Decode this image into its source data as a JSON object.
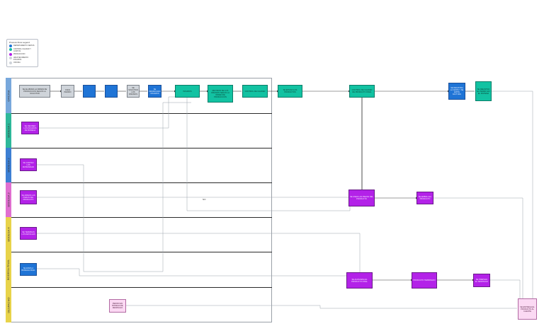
{
  "legend": {
    "title": "Process Flow Legend",
    "items": [
      {
        "label": "DEPARTAMENTO VENTAS",
        "color": "#1f74d6"
      },
      {
        "label": "CONTROL CALIDAD Y COSTOS",
        "color": "#12c2a2"
      },
      {
        "label": "PRODUCCION",
        "color": "#b322e8"
      },
      {
        "label": "ABASTECIMIENTO INSUMOS",
        "color": "#cfd4da"
      },
      {
        "label": "OFICINA",
        "color": "#cfd4da"
      }
    ]
  },
  "lanes": [
    {
      "label": "OFICINA",
      "color": "#78a8dc"
    },
    {
      "label": "BODEGA 1",
      "color": "#2eb89a"
    },
    {
      "label": "BODEGA 2",
      "color": "#3d7fd3"
    },
    {
      "label": "BODEGA 3",
      "color": "#e06fd0"
    },
    {
      "label": "BODEGA 4",
      "color": "#e8d34a"
    },
    {
      "label": "BODEGA FINAL",
      "color": "#e8d34a"
    },
    {
      "label": "DESPACHO",
      "color": "#e8d34a"
    }
  ],
  "nodes": {
    "n_start": "SE ELABORA LA ORDEN DE PRODUCCION SEGUN LA SOLICITUD",
    "n_grey2": "CADA PEDIDO",
    "n_blue1": "",
    "n_blue2": "",
    "n_grey3": "SE SOLICITAN LOS INSUMOS",
    "n_blue3": "SE DESPACHAN INSUMOS",
    "n_teal1": "INSUMOS",
    "n_teal2": "REVISION DE LOS INSUMOS SEGUN LA ORDEN DE PRODUCCION",
    "n_teal3": "CONTROL DE CALIDAD",
    "n_teal4": "SE ENVIAN LOS PRODUCTOS",
    "n_teal5": "CONTROL DE CALIDAD DE PRODUCTO FINAL",
    "n_blue4": "SE REGISTRA LA VENTA Y SE EMITE FACTURA",
    "n_teal6": "SE REGISTRA EL PEDIDO EN EL SISTEMA",
    "n_p1": "SE RECIBEN LOS INSUMOS DE BODEGA",
    "n_p2": "SE CORTAN LOS MATERIALES",
    "n_p3": "SE ARMAN LAS PIEZAS DEL PRODUCTO",
    "n_p4": "SE TERMINAN LOS DETALLES",
    "n_blue5": "SE ENVIA A BODEGA FINAL",
    "n_p5": "SE UNEN LAS PIEZAS DEL PRODUCTO",
    "n_p6": "SE EMBALA EL PRODUCTO",
    "n_p7": "SE ALMACENA EL PRODUCTO FINAL",
    "n_p8": "PRODUCTO TERMINADO",
    "n_p9": "SE PREPARA EL DESPACHO",
    "n_pink1": "PEDIDO EN BODEGA DE DESPACHO",
    "n_pink2": "SE ENTREGA EL PRODUCTO AL CLIENTE",
    "n_mark": "NO"
  }
}
